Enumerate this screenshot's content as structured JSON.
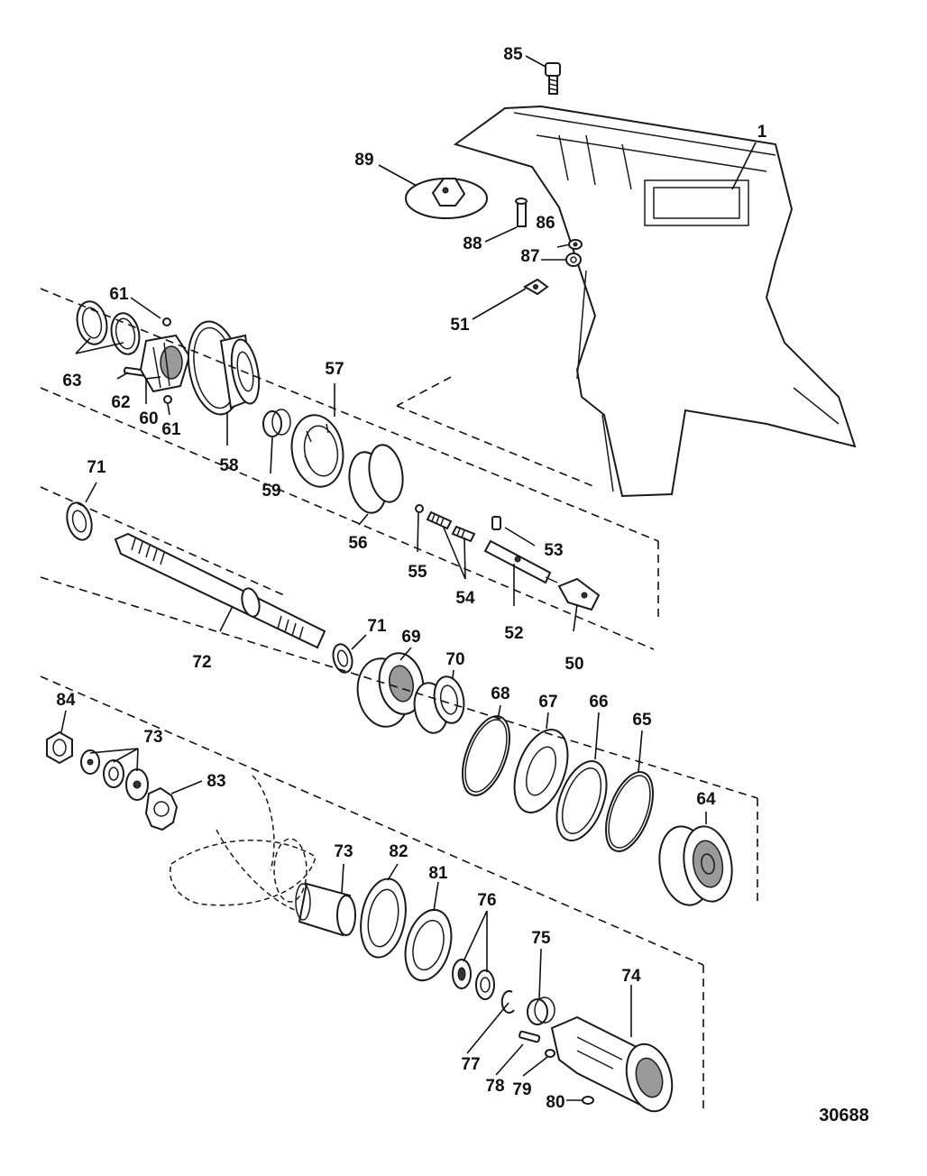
{
  "diagram": {
    "figure_number": "30688",
    "part_labels": {
      "p1": "1",
      "p50": "50",
      "p51": "51",
      "p52": "52",
      "p53": "53",
      "p54": "54",
      "p55": "55",
      "p56": "56",
      "p57": "57",
      "p58": "58",
      "p59": "59",
      "p60": "60",
      "p61a": "61",
      "p61b": "61",
      "p62": "62",
      "p63": "63",
      "p64": "64",
      "p65": "65",
      "p66": "66",
      "p67": "67",
      "p68": "68",
      "p69": "69",
      "p70": "70",
      "p71a": "71",
      "p71b": "71",
      "p72": "72",
      "p73a": "73",
      "p73b": "73",
      "p74": "74",
      "p75": "75",
      "p76": "76",
      "p77": "77",
      "p78": "78",
      "p79": "79",
      "p80": "80",
      "p81": "81",
      "p82": "82",
      "p83": "83",
      "p84": "84",
      "p85": "85",
      "p86": "86",
      "p87": "87",
      "p88": "88",
      "p89": "89"
    }
  }
}
